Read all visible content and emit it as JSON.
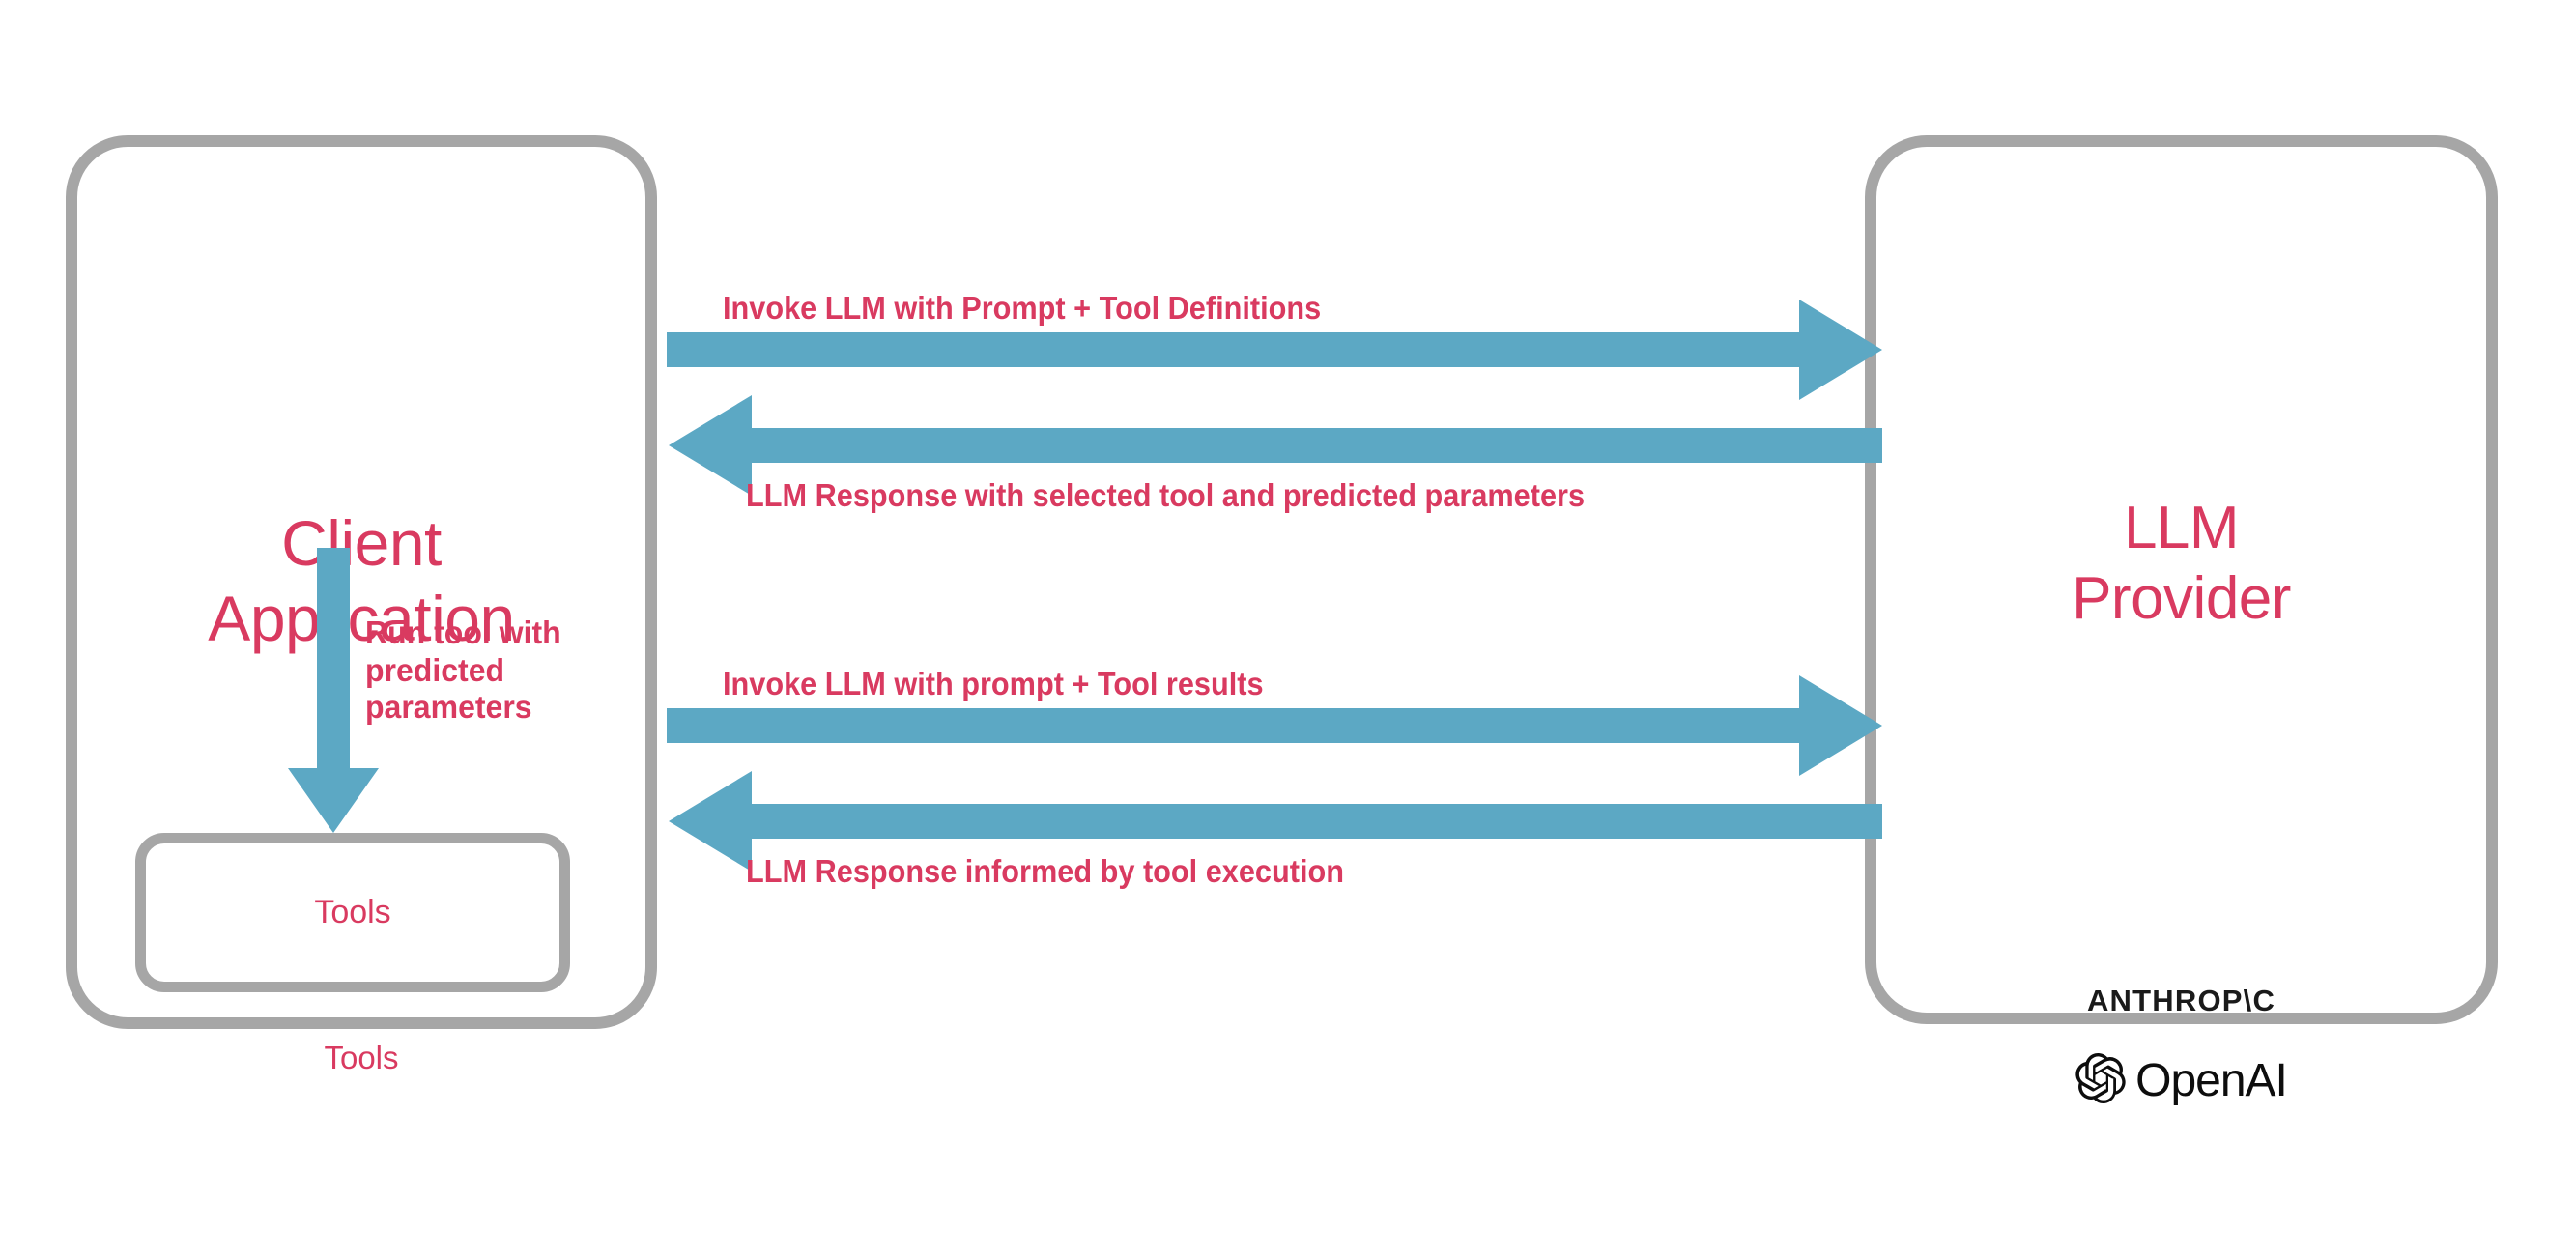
{
  "diagram": {
    "title": "LLM tool-calling sequence between a client application and an LLM provider",
    "colors": {
      "accent_text": "#d93a60",
      "arrow_blue": "#5ca8c4",
      "box_border_gray": "#a6a6a6",
      "logo_black": "#111111",
      "background": "#ffffff"
    },
    "nodes": {
      "client": {
        "label": "Client\nApplication",
        "line1": "Client",
        "line2": "Application"
      },
      "tools": {
        "label": "Tools"
      },
      "provider": {
        "label": "LLM\nProvider",
        "line1": "LLM",
        "line2": "Provider",
        "logos": [
          {
            "name": "anthropic-logo",
            "text": "ANTHROP\\C"
          },
          {
            "name": "openai-logo",
            "text": "OpenAI"
          }
        ]
      }
    },
    "edges": [
      {
        "id": "invoke-1",
        "label": "Invoke LLM with Prompt + Tool Definitions",
        "direction": "right",
        "from": "client",
        "to": "provider"
      },
      {
        "id": "response-1",
        "label": "LLM Response with selected tool and predicted parameters",
        "direction": "left",
        "from": "provider",
        "to": "client"
      },
      {
        "id": "run-tool",
        "label": "Run tool with\npredicted\nparameters",
        "direction": "down",
        "from": "client",
        "to": "tools"
      },
      {
        "id": "invoke-2",
        "label": "Invoke LLM with prompt + Tool results",
        "direction": "right",
        "from": "client",
        "to": "provider"
      },
      {
        "id": "response-2",
        "label": "LLM Response informed by tool execution",
        "direction": "left",
        "from": "provider",
        "to": "client"
      }
    ]
  }
}
